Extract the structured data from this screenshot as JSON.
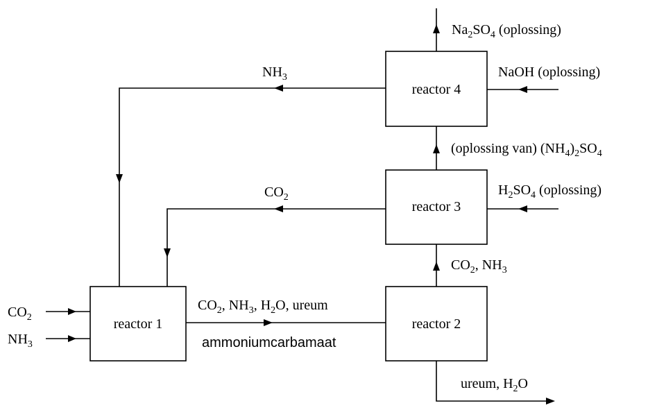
{
  "reactors": [
    {
      "id": "r1",
      "label": "reactor 1"
    },
    {
      "id": "r2",
      "label": "reactor 2"
    },
    {
      "id": "r3",
      "label": "reactor 3"
    },
    {
      "id": "r4",
      "label": "reactor 4"
    }
  ],
  "streams": {
    "in_co2": {
      "t1": "CO",
      "s1": "2"
    },
    "in_nh3": {
      "t1": "NH",
      "s1": "3"
    },
    "r1_to_r2_top": {
      "t1": "CO",
      "s1": "2",
      "t2": ", NH",
      "s2": "3",
      "t3": ", H",
      "s3": "2",
      "t4": "O, ureum"
    },
    "r1_to_r2_bottom": {
      "t1": "ammoniumcarbamaat"
    },
    "r2_out": {
      "t1": "ureum, H",
      "s1": "2",
      "t2": "O"
    },
    "r2_to_r3": {
      "t1": "CO",
      "s1": "2",
      "t2": ", NH",
      "s2": "3"
    },
    "r3_in": {
      "t1": "H",
      "s1": "2",
      "t2": "SO",
      "s2": "4",
      "t3": " (oplossing)"
    },
    "r3_to_r1": {
      "t1": "CO",
      "s1": "2"
    },
    "r3_to_r4": {
      "t1": "(oplossing van)  (NH",
      "s1": "4",
      "t2": ")",
      "s2": "2",
      "t3": "SO",
      "s3": "4"
    },
    "r4_in": {
      "t1": "NaOH (oplossing)"
    },
    "r4_out": {
      "t1": "Na",
      "s1": "2",
      "t2": "SO",
      "s2": "4",
      "t3": " (oplossing)"
    },
    "r4_to_r1": {
      "t1": "NH",
      "s1": "3"
    }
  }
}
